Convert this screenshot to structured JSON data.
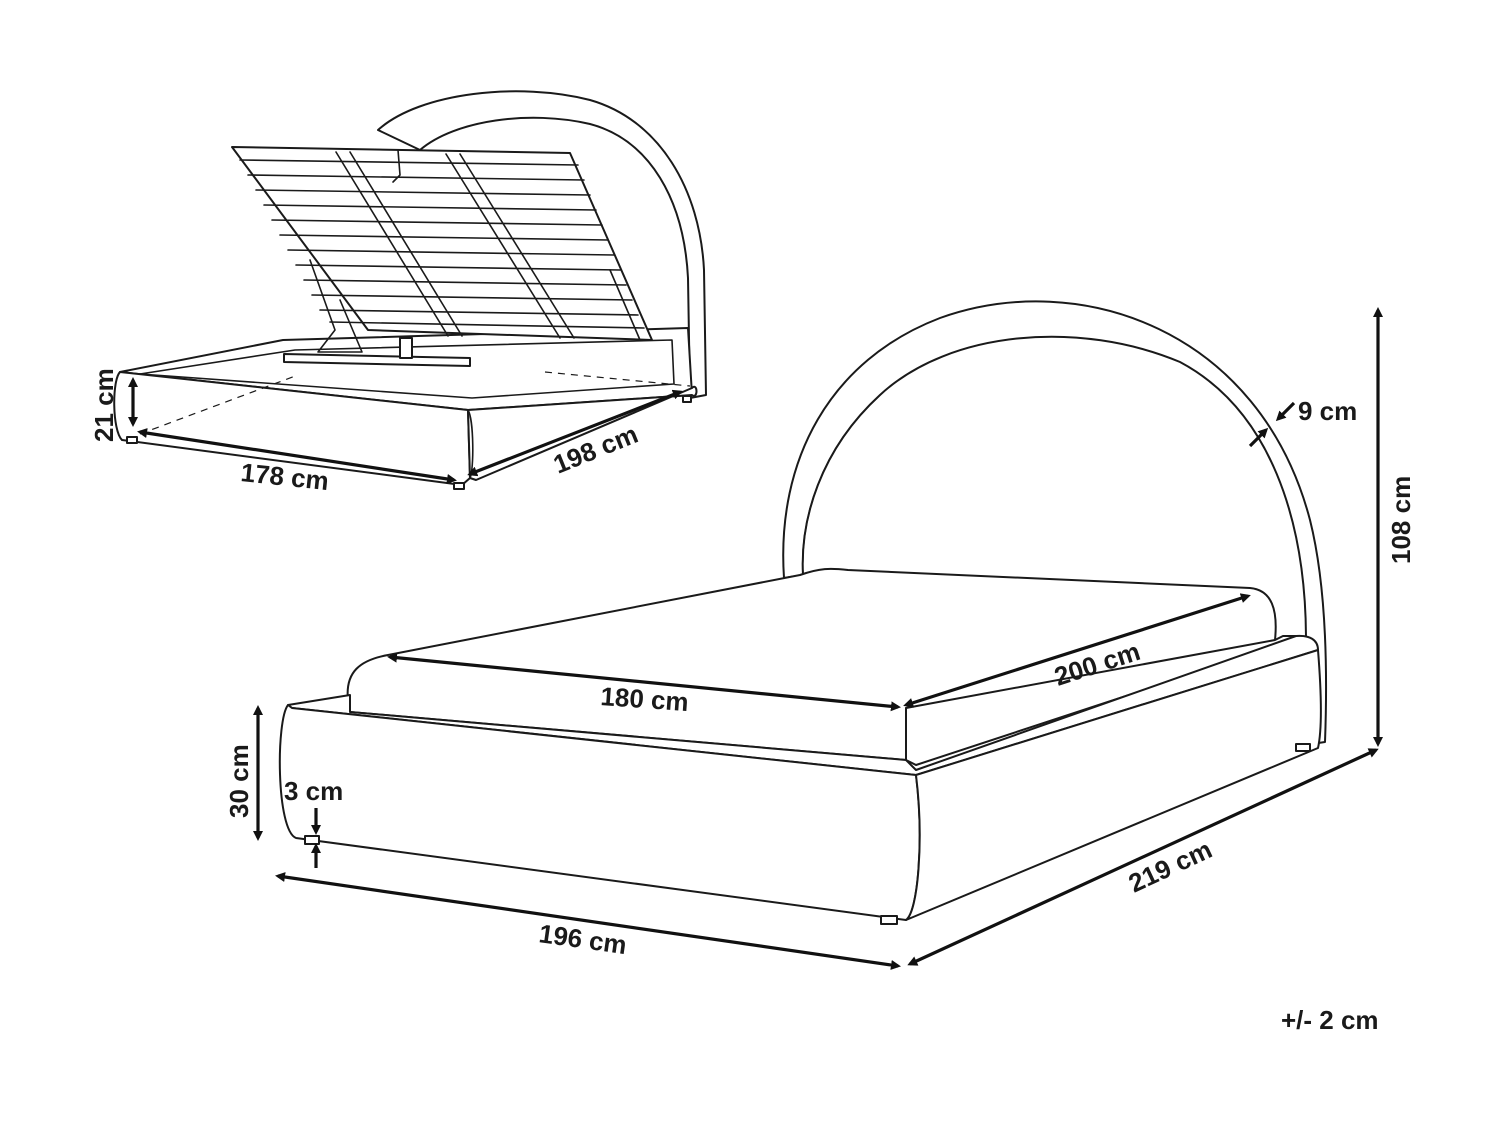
{
  "small_view": {
    "height": "21 cm",
    "width": "178 cm",
    "length": "198 cm"
  },
  "main_view": {
    "headboard_thickness": "9 cm",
    "total_height": "108 cm",
    "mattress_width": "180 cm",
    "mattress_length": "200 cm",
    "frame_height": "30 cm",
    "leg_height": "3 cm",
    "total_width": "196 cm",
    "total_length": "219 cm"
  },
  "tolerance": "+/- 2 cm"
}
